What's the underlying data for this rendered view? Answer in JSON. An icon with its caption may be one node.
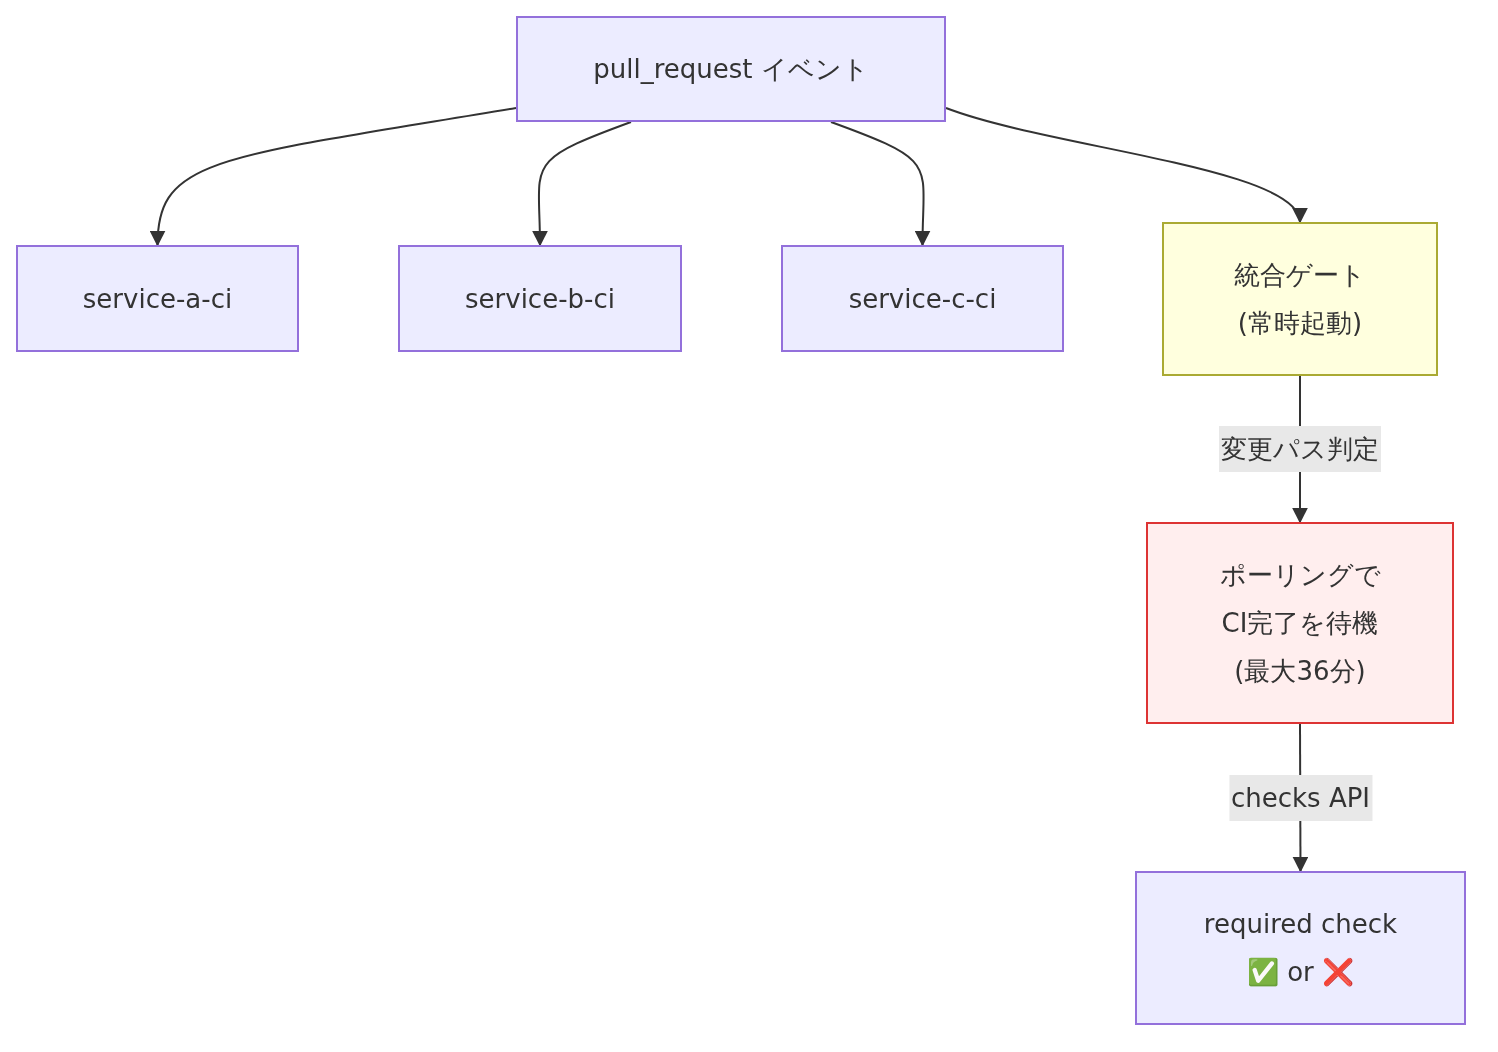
{
  "diagram": {
    "nodes": [
      {
        "text": [
          "pull_request イベント"
        ]
      },
      {
        "text": [
          "service-a-ci"
        ]
      },
      {
        "text": [
          "service-b-ci"
        ]
      },
      {
        "text": [
          "service-c-ci"
        ]
      },
      {
        "text": [
          "統合ゲート(常時起動)"
        ]
      },
      {
        "text": [
          "ポーリングでCI完了を待機(最大36分)"
        ]
      },
      {
        "text": [
          "required check ✅ or ❌"
        ]
      }
    ],
    "edges": [
      {
        "from": 0,
        "to": 1,
        "arrow": "to"
      },
      {
        "from": 0,
        "to": 2,
        "arrow": "to"
      },
      {
        "from": 0,
        "to": 3,
        "arrow": "to"
      },
      {
        "from": 0,
        "to": 4,
        "arrow": "to"
      },
      {
        "from": 4,
        "to": 5,
        "arrow": "to",
        "label": "変更パス判定"
      },
      {
        "from": 5,
        "to": 6,
        "arrow": "to",
        "label": "checks API"
      }
    ]
  }
}
